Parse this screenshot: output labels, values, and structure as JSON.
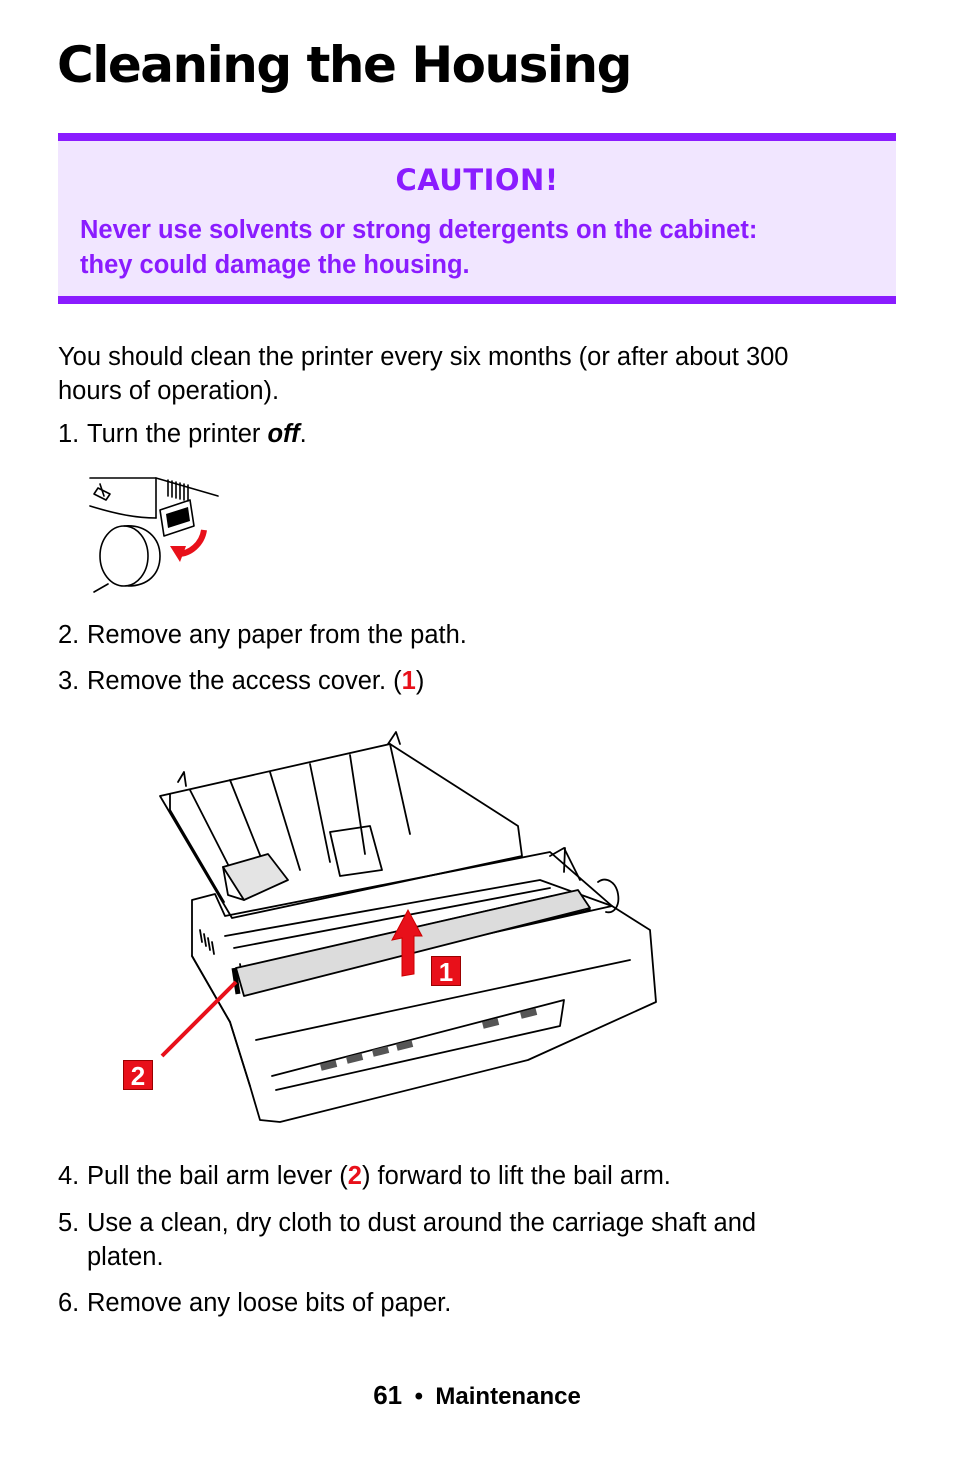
{
  "page": {
    "title": "Cleaning the Housing"
  },
  "caution": {
    "heading": "CAUTION!",
    "text_line1": "Never use solvents or strong detergents on the cabinet:",
    "text_line2": "they could damage the housing."
  },
  "intro": {
    "line1": "You should clean the printer every six months (or after about 300",
    "line2": "hours of operation)."
  },
  "steps": [
    {
      "num": "1.",
      "pre": "Turn the printer ",
      "em": "off",
      "post": "."
    },
    {
      "num": "2.",
      "text": "Remove any paper from the path."
    },
    {
      "num": "3.",
      "pre": "Remove the access cover. (",
      "ref": "1",
      "post": ")"
    },
    {
      "num": "4.",
      "pre": "Pull the bail arm lever (",
      "ref": "2",
      "post": ") forward to lift the bail arm."
    },
    {
      "num": "5.",
      "line1": "Use a clean, dry cloth to dust around the carriage shaft and",
      "line2": "platen."
    },
    {
      "num": "6.",
      "text": "Remove any loose bits of paper."
    }
  ],
  "figure_printer": {
    "callout_1": "1",
    "callout_2": "2",
    "accent_color": "#e8101a"
  },
  "footer": {
    "page_number": "61",
    "separator": "•",
    "section": "Maintenance"
  },
  "colors": {
    "caution_purple": "#8a1cff",
    "caution_bg": "#f1e6ff",
    "callout_red": "#e8101a"
  }
}
